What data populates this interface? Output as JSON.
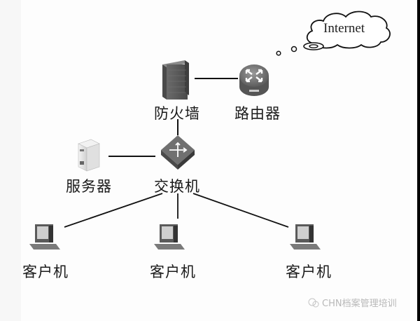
{
  "diagram": {
    "cloud": {
      "label": "Internet"
    },
    "nodes": {
      "firewall": {
        "label": "防火墙",
        "icon": "firewall-icon"
      },
      "router": {
        "label": "路由器",
        "icon": "router-icon"
      },
      "server": {
        "label": "服务器",
        "icon": "server-icon"
      },
      "switch": {
        "label": "交换机",
        "icon": "switch-icon"
      },
      "clients": [
        {
          "label": "客户机",
          "icon": "computer-icon"
        },
        {
          "label": "客户机",
          "icon": "computer-icon"
        },
        {
          "label": "客户机",
          "icon": "computer-icon"
        }
      ]
    },
    "edges": [
      [
        "firewall",
        "router"
      ],
      [
        "firewall",
        "switch"
      ],
      [
        "server",
        "switch"
      ],
      [
        "switch",
        "client-1"
      ],
      [
        "switch",
        "client-2"
      ],
      [
        "switch",
        "client-3"
      ]
    ]
  },
  "watermark": {
    "text": "CHN档案管理培训",
    "icon": "wechat-icon"
  }
}
